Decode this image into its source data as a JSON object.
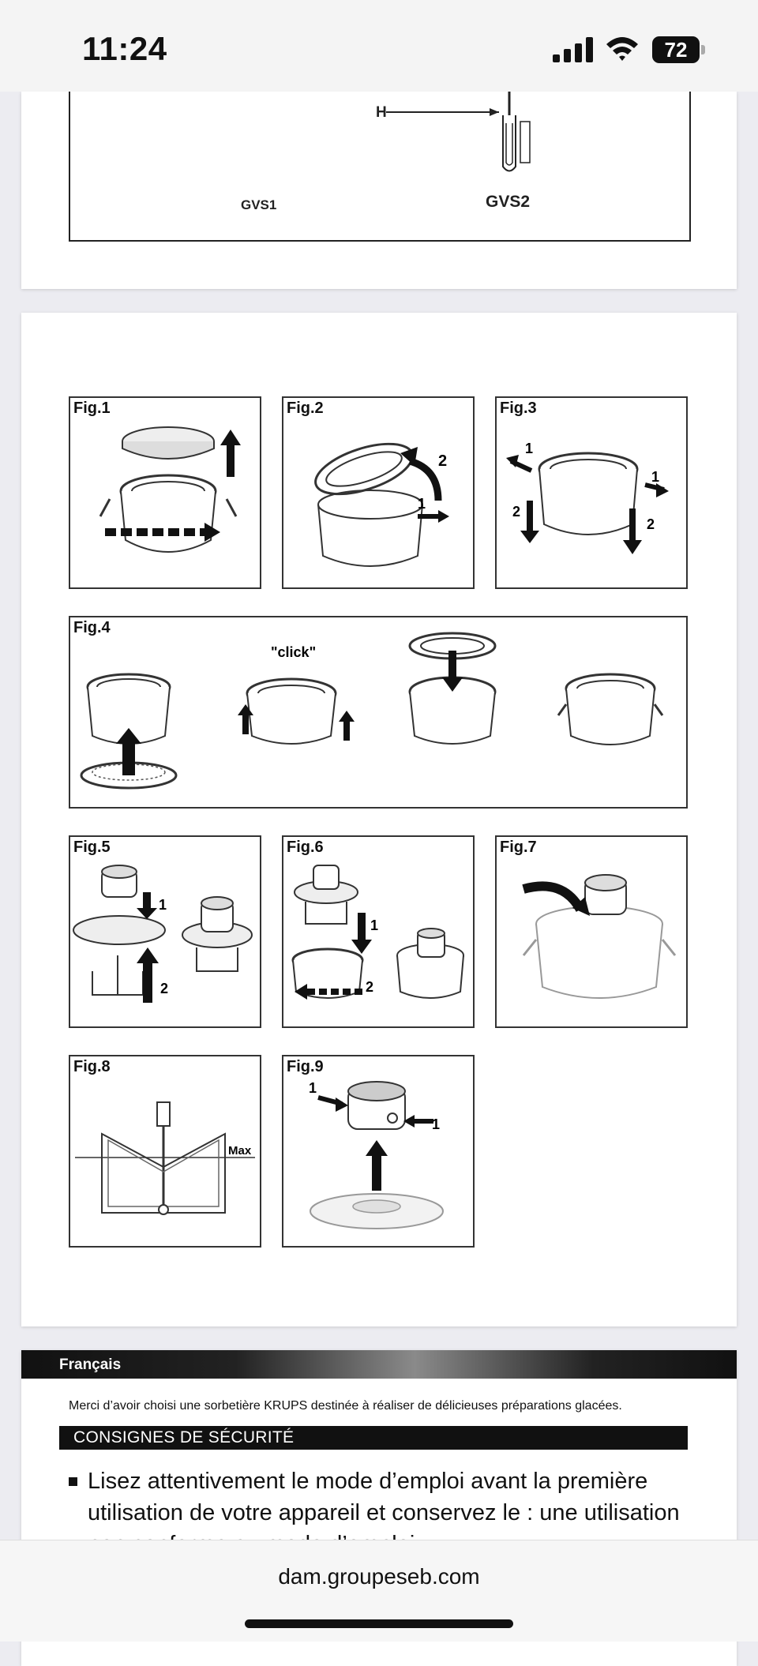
{
  "status_bar": {
    "time": "11:24",
    "battery": "72"
  },
  "diagram_top": {
    "h_label": "H",
    "gvs1": "GVS1",
    "gvs2": "GVS2"
  },
  "figures": {
    "fig1": "Fig.1",
    "fig2": "Fig.2",
    "fig3": "Fig.3",
    "fig4": "Fig.4",
    "fig5": "Fig.5",
    "fig6": "Fig.6",
    "fig7": "Fig.7",
    "fig8": "Fig.8",
    "fig9": "Fig.9",
    "click": "\"click\"",
    "max": "Max",
    "n1": "1",
    "n2": "2"
  },
  "document": {
    "language_header": "Français",
    "intro": "Merci d’avoir choisi une sorbetière KRUPS destinée à réaliser de délicieuses préparations glacées.",
    "section_title": "CONSIGNES DE SÉCURITÉ",
    "bullet_text": "Lisez attentivement le mode d’emploi avant la première utilisation de votre appareil et conservez le : une utilisation non conforme au mode d’emploi"
  },
  "browser": {
    "url": "dam.groupeseb.com"
  }
}
